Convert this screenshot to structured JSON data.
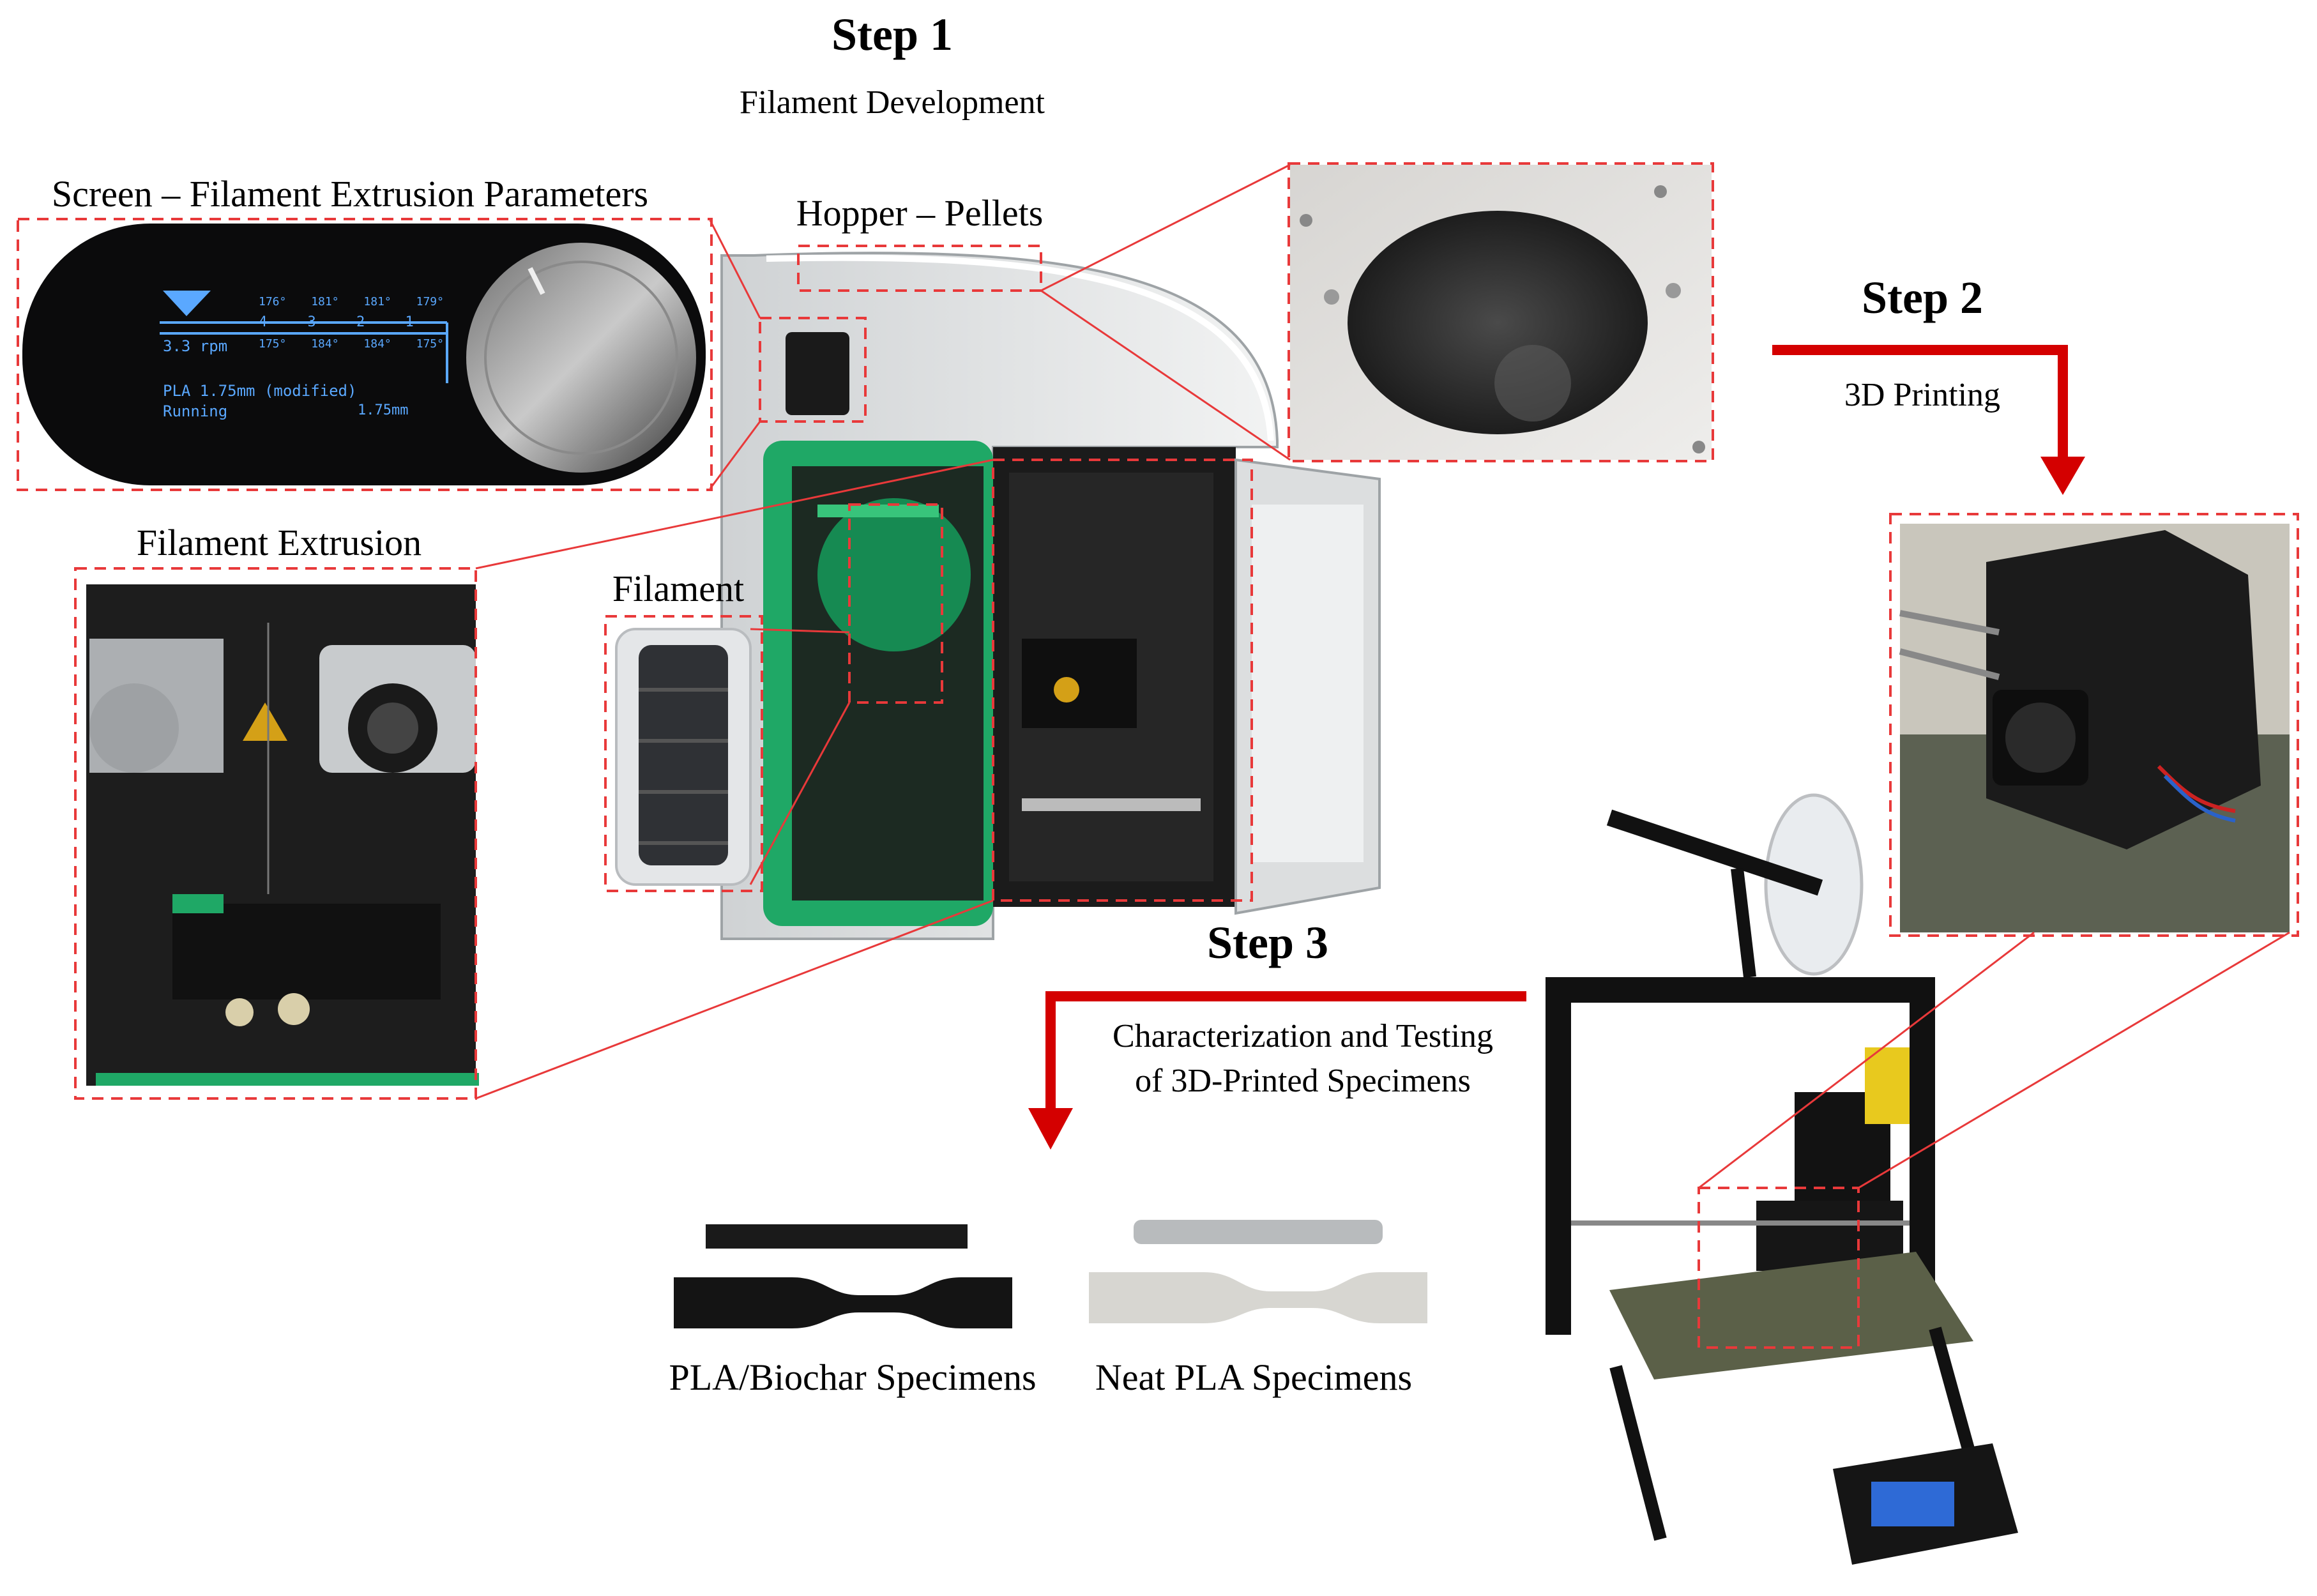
{
  "steps": {
    "step1": {
      "title": "Step 1",
      "subtitle": "Filament Development"
    },
    "step2": {
      "title": "Step 2",
      "subtitle": "3D Printing"
    },
    "step3": {
      "title": "Step 3",
      "subtitle_line1": "Characterization and Testing",
      "subtitle_line2": "of 3D-Printed Specimens"
    }
  },
  "callouts": {
    "screen": "Screen – Filament Extrusion Parameters",
    "hopper": "Hopper – Pellets",
    "extrusion": "Filament Extrusion",
    "filament": "Filament"
  },
  "extruder_screen": {
    "speed": "3.3 rpm",
    "temps_top": [
      "176°",
      "181°",
      "181°",
      "179°"
    ],
    "temps_bottom": [
      "175°",
      "184°",
      "184°",
      "175°"
    ],
    "zones": [
      "4",
      "3",
      "2",
      "1"
    ],
    "material": "PLA 1.75mm (modified)",
    "status": "Running",
    "diameter": "1.75mm"
  },
  "specimens": {
    "biochar": "PLA/Biochar Specimens",
    "neat": "Neat PLA Specimens"
  },
  "colors": {
    "callout_dash": "#e8393a",
    "arrow": "#d40000",
    "extruder_green": "#1fa866",
    "screen_text": "#5aa8ff"
  }
}
